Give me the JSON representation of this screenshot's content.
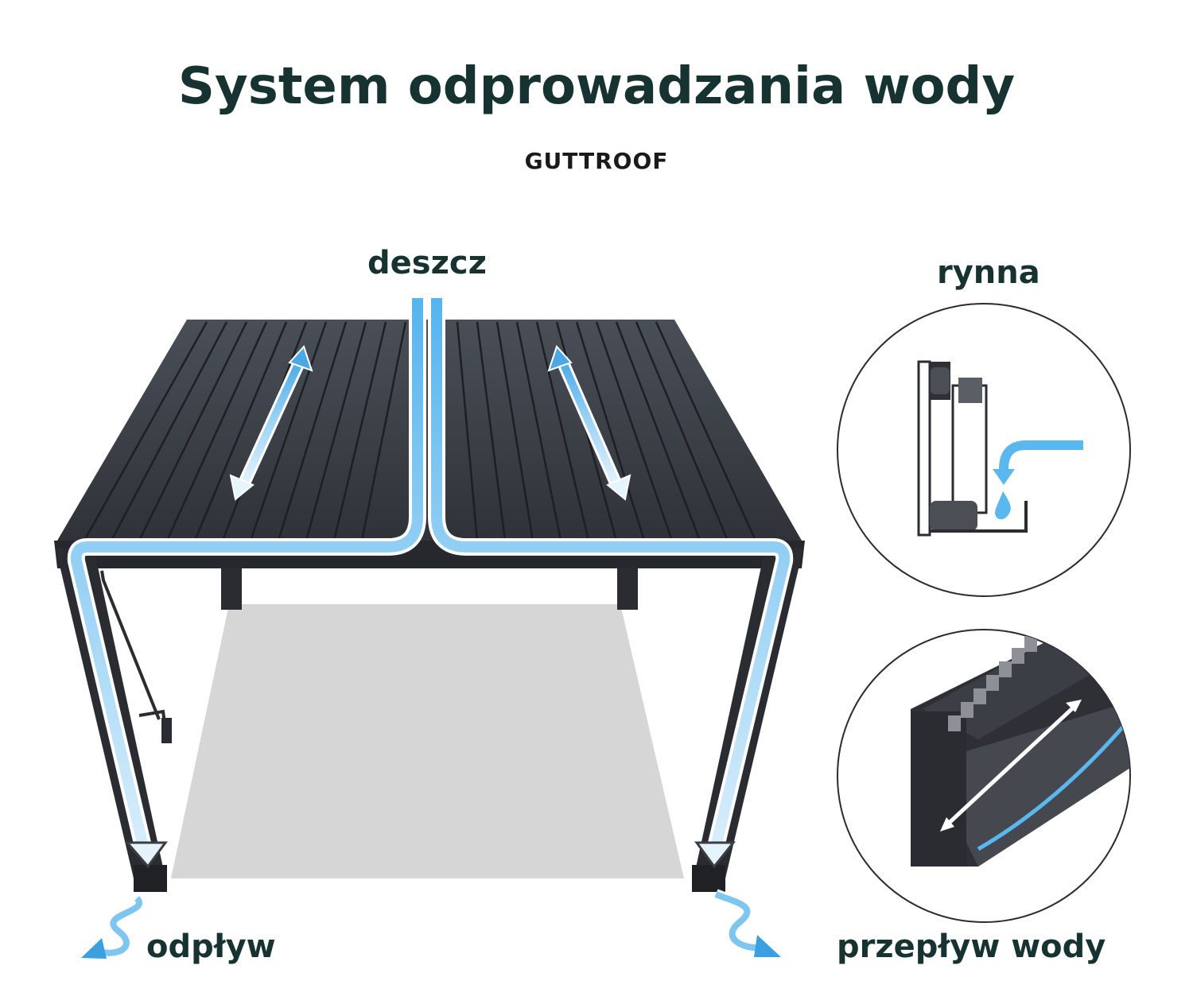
{
  "title": "System odprowadzania wody",
  "brand": "GUTTROOF",
  "labels": {
    "rain": "deszcz",
    "gutter": "rynna",
    "drain": "odpływ",
    "water_flow": "przepływ wody"
  },
  "colors": {
    "title": "#173331",
    "water": "#5bb8ee",
    "roof": "#3a3d44",
    "frame": "#2a2c31",
    "floor": "#d5d5d5"
  }
}
